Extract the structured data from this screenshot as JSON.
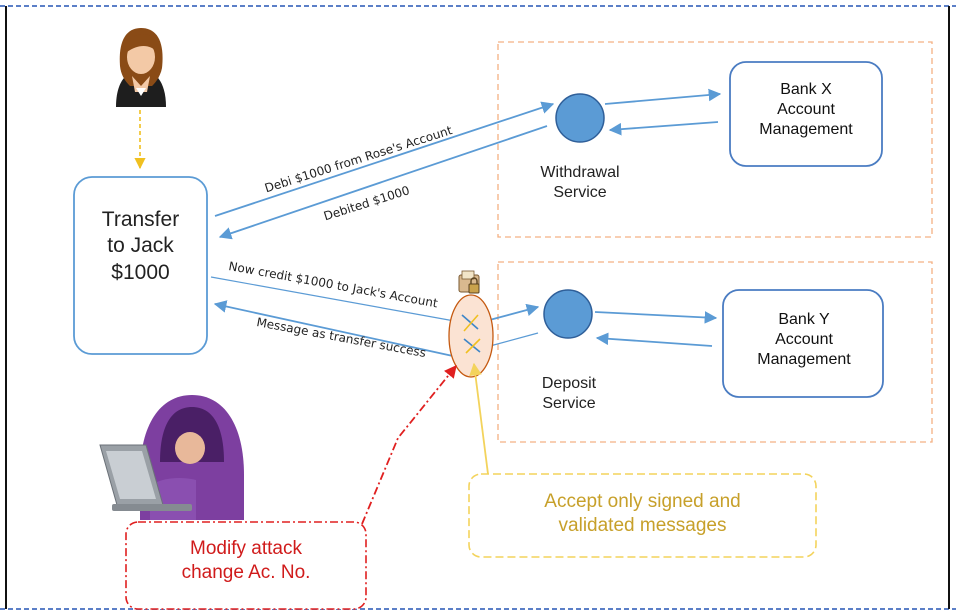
{
  "client": {
    "label": "Transfer to Jack $1000"
  },
  "withdrawal_service": {
    "label": "Withdrawal Service"
  },
  "deposit_service": {
    "label": "Deposit Service"
  },
  "bank_x": {
    "label": "Bank X Account Management"
  },
  "bank_y": {
    "label": "Bank Y Account Management"
  },
  "messages": {
    "debit_request": "Debi $1000 from Rose's Account",
    "debit_response": "Debited $1000",
    "credit_request": "Now credit $1000 to Jack's Account",
    "credit_response": "Message as transfer success"
  },
  "notes": {
    "attack": "Modify attack change Ac. No.",
    "defense": "Accept only signed and validated messages"
  },
  "icons": {
    "user": "user-woman-icon",
    "attacker": "hacker-laptop-icon",
    "lock": "padlock-document-icon"
  },
  "colors": {
    "arrow": "#5b9bd5",
    "service_fill": "#5b9bd5",
    "attack": "#e02020",
    "defense": "#f3d35c",
    "zone_border": "#f4b183",
    "frame": "#5b7fc7"
  }
}
